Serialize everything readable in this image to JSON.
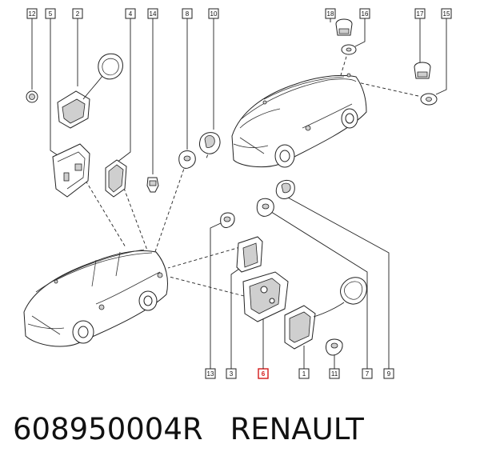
{
  "footer": {
    "part_number": "608950004R",
    "brand": "RENAULT"
  },
  "callouts": {
    "c1": "1",
    "c2": "2",
    "c3": "3",
    "c4": "4",
    "c5": "5",
    "c6": "6",
    "c7": "7",
    "c8": "8",
    "c9": "9",
    "c10": "10",
    "c11": "11",
    "c12": "12",
    "c13": "13",
    "c14": "14",
    "c15": "15",
    "c16": "16",
    "c17": "17",
    "c18": "18"
  },
  "highlight_color": "#d41a1a"
}
